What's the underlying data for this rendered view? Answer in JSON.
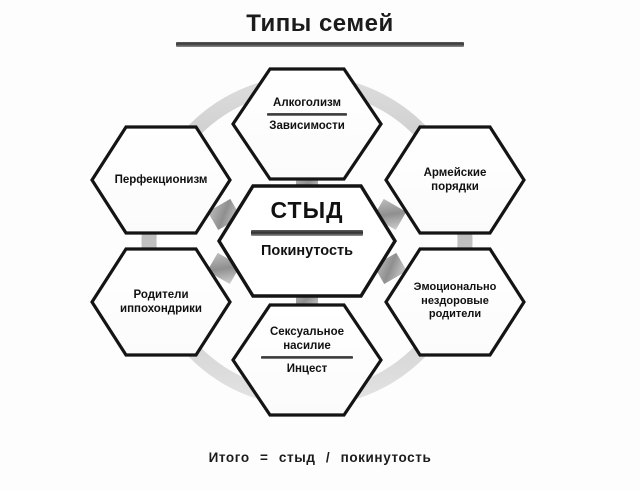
{
  "title": {
    "text": "Типы семей"
  },
  "center": {
    "top_label": "СТЫД",
    "bottom_label": "Покинутость"
  },
  "nodes": [
    {
      "id": "alcoholism",
      "position": "top",
      "lines": [
        "Алкоголизм"
      ],
      "divider": true,
      "lines_below": [
        "Зависимости"
      ]
    },
    {
      "id": "perfectionism",
      "position": "upper-left",
      "lines": [
        "Перфекционизм"
      ],
      "divider": false,
      "lines_below": []
    },
    {
      "id": "army-order",
      "position": "upper-right",
      "lines": [
        "Армейские",
        "порядки"
      ],
      "divider": false,
      "lines_below": []
    },
    {
      "id": "hypochondriac-parents",
      "position": "lower-left",
      "lines": [
        "Родители",
        "иппохондрики"
      ],
      "divider": false,
      "lines_below": []
    },
    {
      "id": "emotionally-unhealthy-parents",
      "position": "lower-right",
      "lines": [
        "Эмоционально",
        "нездоровые",
        "родители"
      ],
      "divider": false,
      "lines_below": []
    },
    {
      "id": "sexual-violence",
      "position": "bottom",
      "lines": [
        "Сексуальное",
        "насилие"
      ],
      "divider": true,
      "lines_below": [
        "Инцест"
      ]
    }
  ],
  "footer": {
    "label": "Итого",
    "equals": "=",
    "term_one": "стыд",
    "separator": "/",
    "term_two": "покинутость"
  },
  "colors": {
    "outline": "#141414",
    "ring": "#c9c9c9",
    "connector": "#9a9a9a",
    "text": "#111111",
    "background": "#fdfdfd"
  }
}
